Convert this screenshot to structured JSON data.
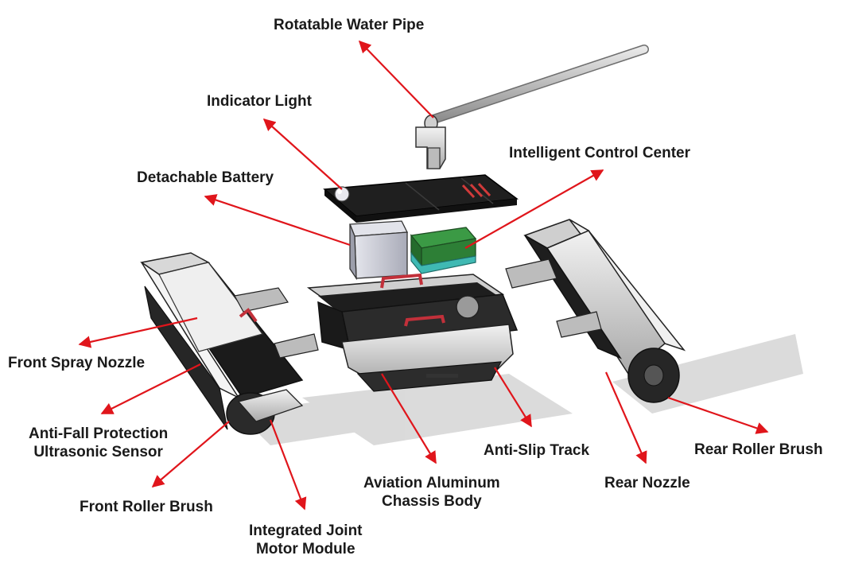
{
  "colors": {
    "arrow": "#e0151b",
    "metal": "#d4d4d4",
    "dark": "#2a2a2a",
    "battery": "#c9cbd6",
    "controller": "#2e8f3c",
    "controller_base": "#3fb9b3"
  },
  "labels": {
    "water_pipe": "Rotatable Water Pipe",
    "indicator_light": "Indicator Light",
    "control_center": "Intelligent Control Center",
    "battery": "Detachable Battery",
    "front_spray": "Front Spray Nozzle",
    "anti_fall_1": "Anti-Fall Protection",
    "anti_fall_2": "Ultrasonic Sensor",
    "front_brush": "Front Roller Brush",
    "joint_motor_1": "Integrated Joint",
    "joint_motor_2": "Motor Module",
    "chassis_1": "Aviation Aluminum",
    "chassis_2": "Chassis Body",
    "track": "Anti-Slip Track",
    "rear_nozzle": "Rear Nozzle",
    "rear_brush": "Rear Roller Brush"
  }
}
